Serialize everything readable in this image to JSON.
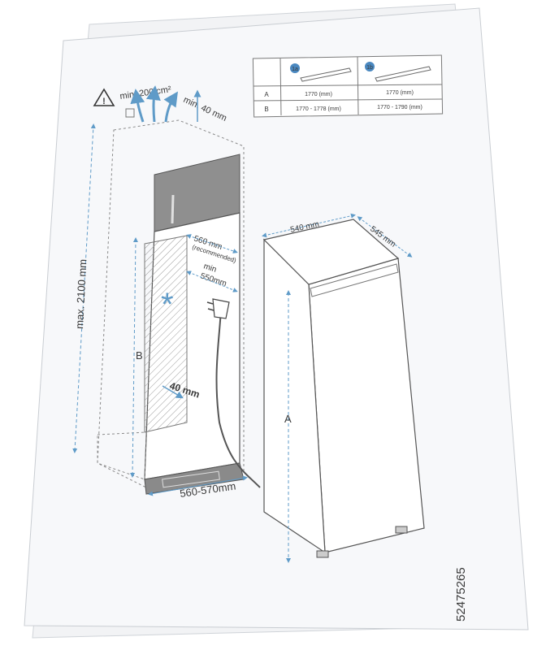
{
  "warning": {
    "airflow": "min. 200 cm²",
    "gap_top": "min. 40 mm"
  },
  "cabinet": {
    "height_max": "max. 2100 mm",
    "label_b": "B",
    "depth_recommended": "560 mm",
    "depth_recommended_note": "(recommended)",
    "depth_min_label": "min",
    "depth_min": "550mm",
    "gap_side": "40 mm",
    "width": "560-570mm"
  },
  "appliance": {
    "width": "540 mm",
    "depth": "545 mm",
    "label_a": "A"
  },
  "table": {
    "badges": [
      "1a",
      "1b"
    ],
    "rows": [
      {
        "label": "A",
        "col1": "1770 (mm)",
        "col2": "1770 (mm)"
      },
      {
        "label": "B",
        "col1": "1770 - 1778 (mm)",
        "col2": "1770 - 1790 (mm)"
      }
    ]
  },
  "part_number": "52475265",
  "colors": {
    "accent": "#5f9bc8",
    "line": "#4a4a4a",
    "panel": "#8a8a8a",
    "paper": "#ffffff"
  }
}
